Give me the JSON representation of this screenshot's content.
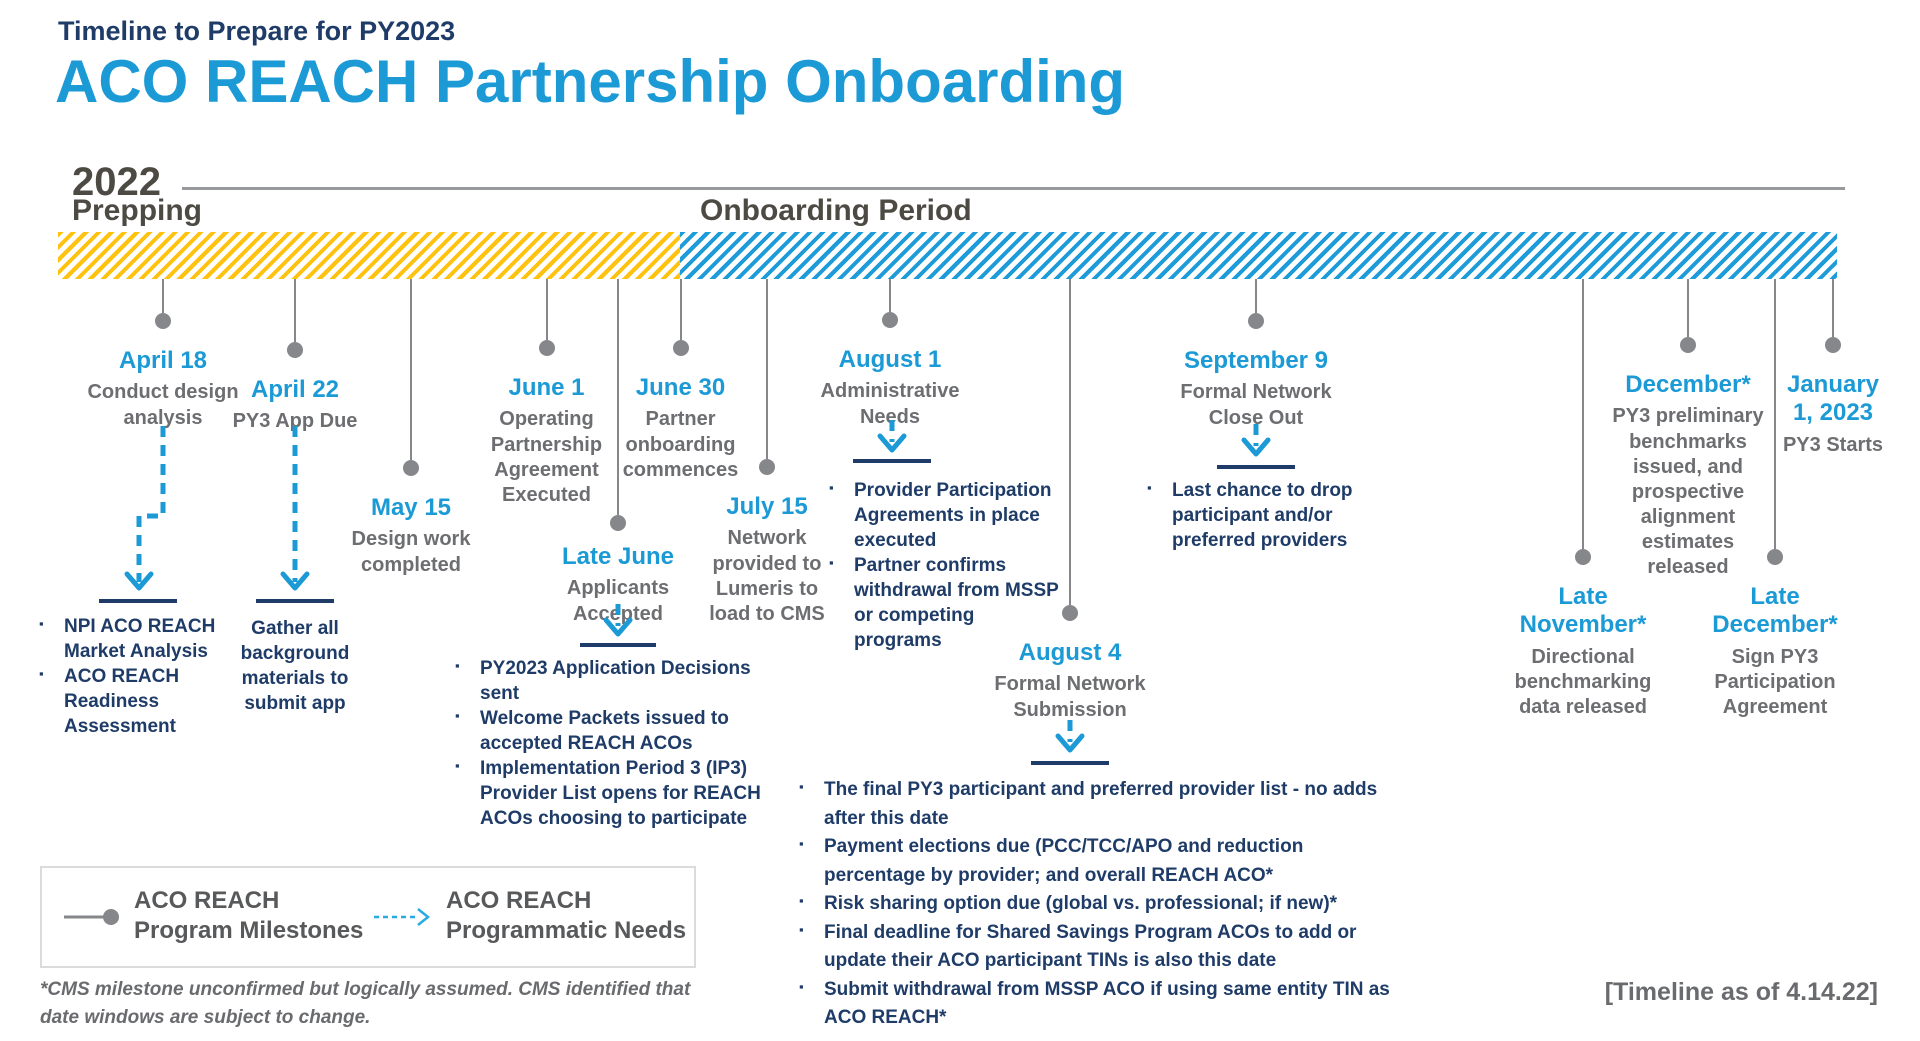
{
  "header": {
    "eyebrow": "Timeline to Prepare for PY2023",
    "title": "ACO REACH Partnership Onboarding"
  },
  "timeline": {
    "year": "2022",
    "phase_prepping": "Prepping",
    "phase_onboarding": "Onboarding Period",
    "colors": {
      "prepping_stripe": "#FFC20E",
      "onboarding_stripe": "#1E9CD9",
      "accent_blue": "#1B9AD6",
      "navy": "#1F3C68",
      "gray_text": "#6D6E71"
    }
  },
  "milestones": [
    {
      "date": "April 18",
      "desc": "Conduct design analysis"
    },
    {
      "date": "April 22",
      "desc": "PY3 App Due"
    },
    {
      "date": "May 15",
      "desc": "Design work completed"
    },
    {
      "date": "June 1",
      "desc": "Operating Partnership Agreement Executed"
    },
    {
      "date": "Late June",
      "desc": "Applicants Accepted"
    },
    {
      "date": "June 30",
      "desc": "Partner onboarding commences"
    },
    {
      "date": "July 15",
      "desc": "Network provided to Lumeris to load to CMS"
    },
    {
      "date": "August 1",
      "desc": "Administrative Needs"
    },
    {
      "date": "August 4",
      "desc": "Formal Network Submission"
    },
    {
      "date": "September 9",
      "desc": "Formal Network Close Out"
    },
    {
      "date": "Late November*",
      "desc": "Directional benchmarking data released"
    },
    {
      "date": "December*",
      "desc": "PY3 preliminary benchmarks issued, and prospective alignment estimates released"
    },
    {
      "date": "Late December*",
      "desc": "Sign PY3 Participation Agreement"
    },
    {
      "date": "January 1, 2023",
      "desc": "PY3 Starts"
    }
  ],
  "needs": {
    "april18": {
      "items": [
        "NPI ACO REACH Market Analysis",
        "ACO REACH Readiness Assessment"
      ]
    },
    "april22": {
      "text": "Gather all background materials to submit app"
    },
    "late_june": {
      "items": [
        "PY2023 Application Decisions sent",
        "Welcome Packets issued to accepted REACH ACOs",
        "Implementation Period 3 (IP3) Provider List opens for REACH ACOs choosing to participate"
      ]
    },
    "august1": {
      "items": [
        "Provider Participation Agreements in place executed",
        "Partner confirms withdrawal from MSSP or competing programs"
      ]
    },
    "august4": {
      "items": [
        "The final PY3 participant and preferred provider list - no adds after this date",
        "Payment elections due (PCC/TCC/APO and reduction percentage by provider; and overall REACH ACO*",
        "Risk sharing option due (global vs. professional; if new)*",
        "Final deadline for Shared Savings Program ACOs to add or update their ACO participant TINs is also this date",
        "Submit withdrawal from MSSP ACO if using same entity TIN as ACO REACH*"
      ]
    },
    "september9": {
      "items": [
        "Last chance to drop participant and/or preferred providers"
      ]
    }
  },
  "legend": {
    "milestones_label": "ACO REACH Program Milestones",
    "needs_label": "ACO REACH Programmatic Needs"
  },
  "footnote": "*CMS milestone unconfirmed but logically assumed. CMS identified that date windows are subject to change.",
  "stamp": "[Timeline as of 4.14.22]"
}
